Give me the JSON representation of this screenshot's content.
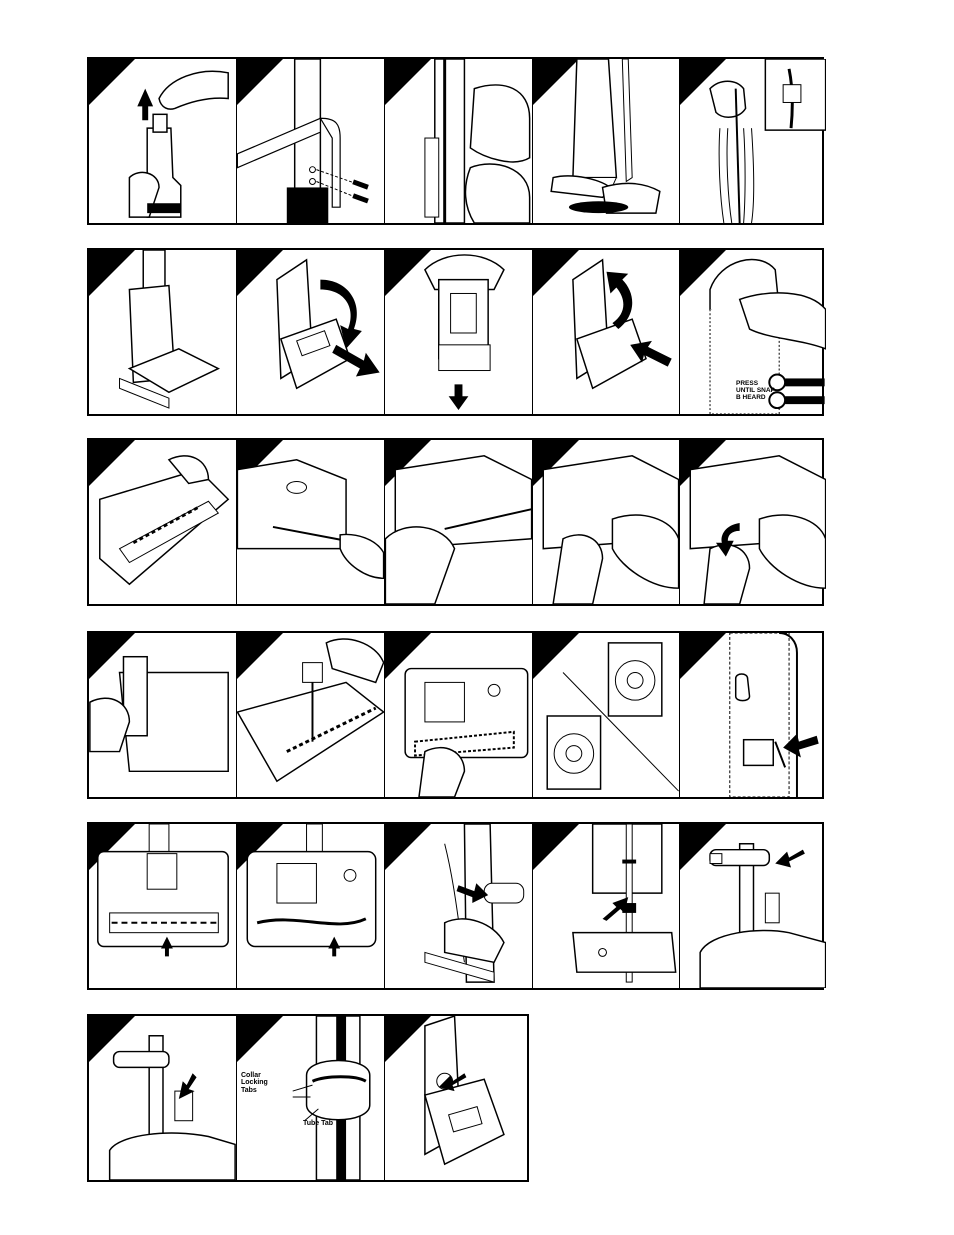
{
  "document": {
    "type": "vacuum cleaner illustrated instruction steps",
    "rows": [
      {
        "panels": 5
      },
      {
        "panels": 5
      },
      {
        "panels": 5
      },
      {
        "panels": 5
      },
      {
        "panels": 5
      },
      {
        "panels": 3
      }
    ]
  },
  "labels": {
    "press_line1": "PRESS",
    "press_line2": "UNTIL SNAP",
    "press_line3": "B HEARD",
    "collar_line1": "Collar",
    "collar_line2": "Locking",
    "collar_line3": "Tabs",
    "tube_tab": "Tube Tab"
  },
  "colors": {
    "ink": "#000000",
    "paper": "#ffffff",
    "shade": "#d9d9d9"
  },
  "icons": [
    "up-arrow-icon",
    "down-arrow-icon",
    "curved-arrow-icon",
    "push-arrow-icon",
    "hand-icon"
  ]
}
